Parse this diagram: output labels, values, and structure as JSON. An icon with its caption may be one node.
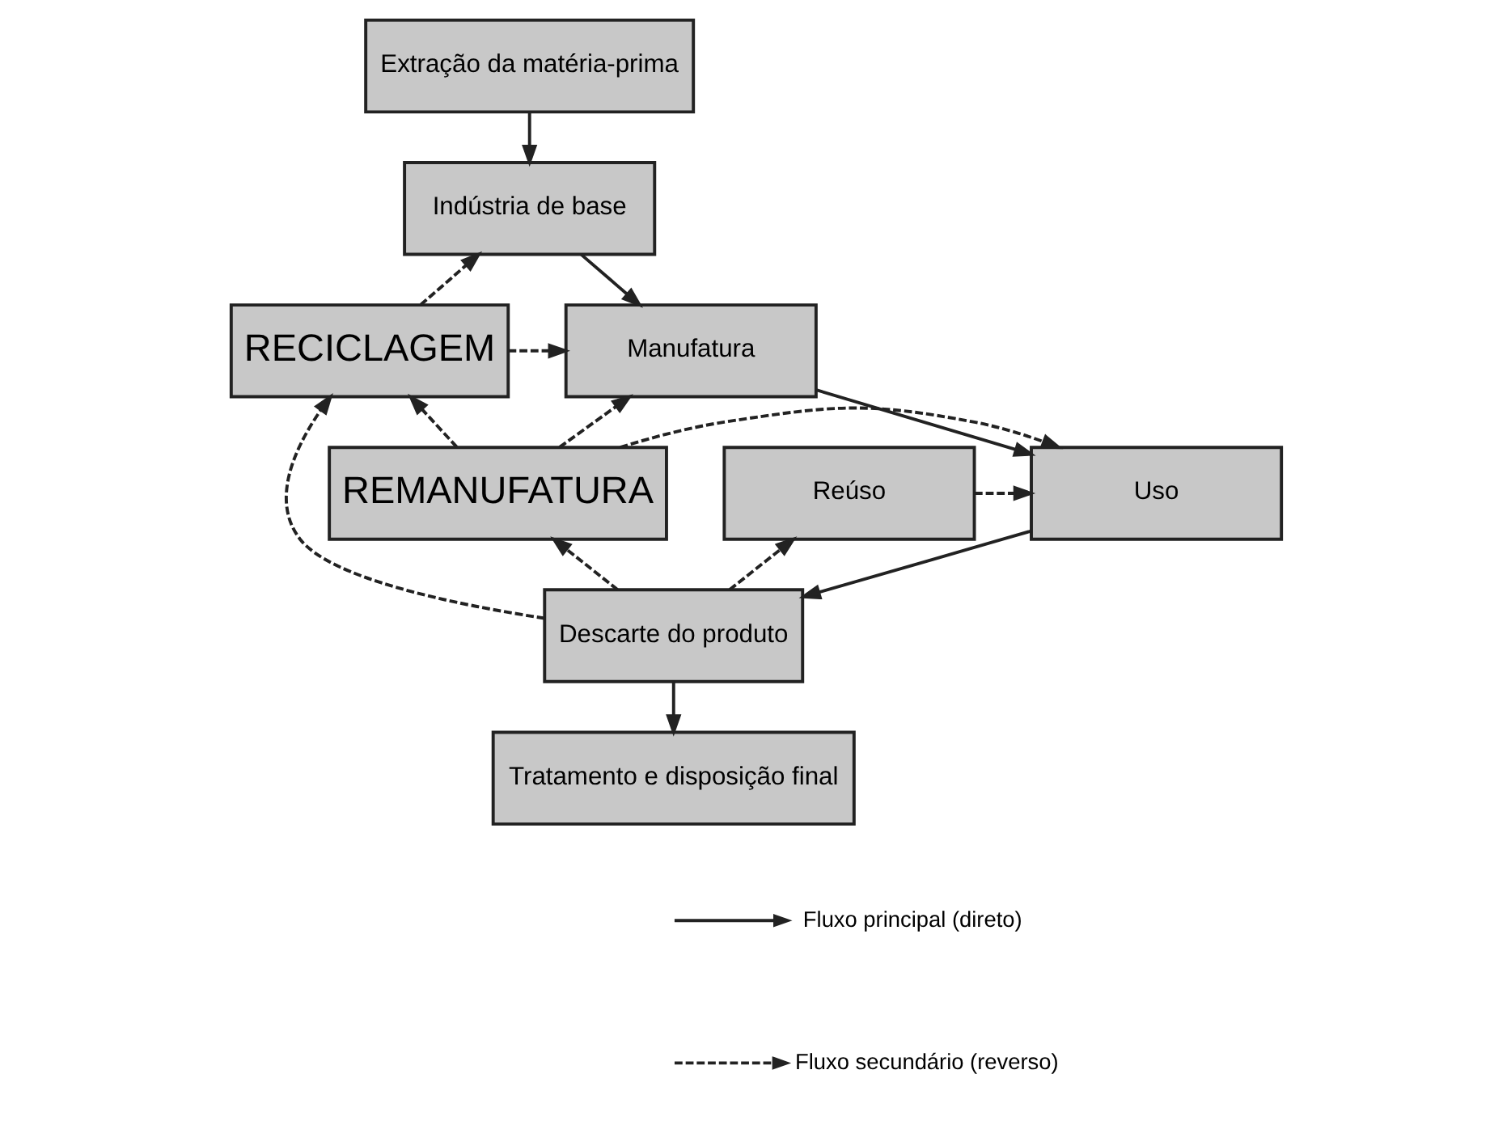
{
  "diagram": {
    "nodes": [
      {
        "text": [
          "Extração da matéria-prima"
        ]
      },
      {
        "text": [
          "Indústria de base"
        ]
      },
      {
        "text": [
          "RECICLAGEM"
        ]
      },
      {
        "text": [
          "Manufatura"
        ]
      },
      {
        "text": [
          "REMANUFATURA"
        ]
      },
      {
        "text": [
          "Uso"
        ]
      },
      {
        "text": [
          "Reúso"
        ]
      },
      {
        "text": [
          "Descarte do produto"
        ]
      },
      {
        "text": [
          "Tratamento e disposição final"
        ]
      }
    ],
    "edges": [
      {
        "from": 0,
        "to": 1,
        "arrow": "to"
      },
      {
        "from": 1,
        "to": 3,
        "arrow": "to"
      },
      {
        "from": 3,
        "to": 5,
        "arrow": "to"
      },
      {
        "from": 5,
        "to": 7,
        "arrow": "to"
      },
      {
        "from": 7,
        "to": 8,
        "arrow": "to"
      },
      {
        "from": 2,
        "to": 1,
        "arrow": "to",
        "style": "dashed"
      },
      {
        "from": 2,
        "to": 3,
        "arrow": "to",
        "style": "dashed"
      },
      {
        "from": 4,
        "to": 2,
        "arrow": "to",
        "style": "dashed"
      },
      {
        "from": 4,
        "to": 3,
        "arrow": "to",
        "style": "dashed"
      },
      {
        "from": 4,
        "to": 5,
        "arrow": "to",
        "style": "dashed"
      },
      {
        "from": 6,
        "to": 5,
        "arrow": "to",
        "style": "dashed"
      },
      {
        "from": 7,
        "to": 6,
        "arrow": "to",
        "style": "dashed"
      },
      {
        "from": 7,
        "to": 4,
        "arrow": "to",
        "style": "dashed"
      },
      {
        "from": 7,
        "to": 2,
        "arrow": "to",
        "style": "dashed"
      }
    ],
    "legend": [
      {
        "text": "Fluxo principal (direto)"
      },
      {
        "text": "Fluxo secundário (reverso)"
      }
    ]
  }
}
